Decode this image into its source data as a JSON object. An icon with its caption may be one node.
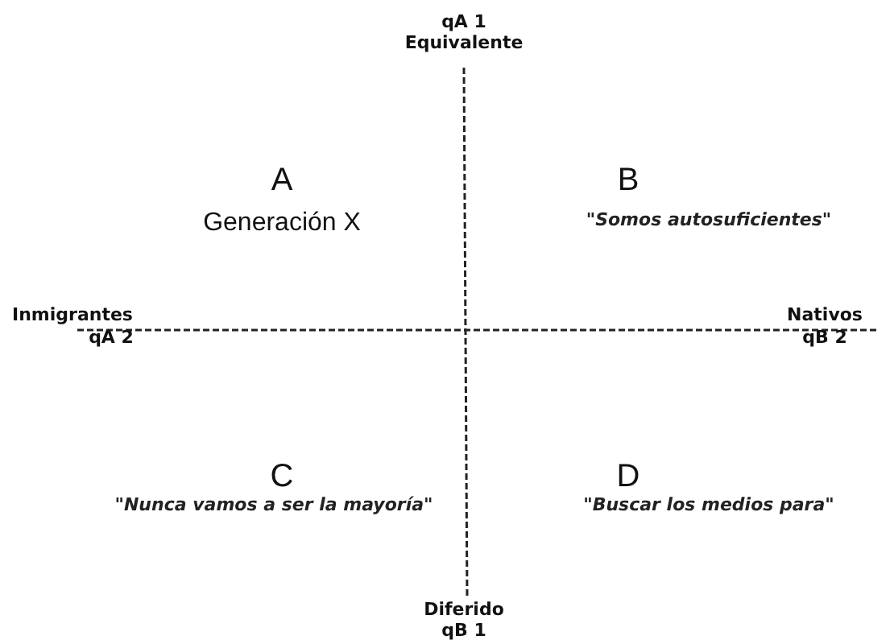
{
  "diagram": {
    "labels": [
      "qA 1",
      "Equivalente",
      "A",
      "B",
      "Generación X",
      "\"Somos autosuficientes\"",
      "Inmigrantes",
      "Nativos",
      "qA 2",
      "qB 2",
      "C",
      "D",
      "\"Nunca vamos a ser la mayoría\"",
      "\"Buscar los medios para\"",
      "Diferido",
      "qB 1"
    ]
  }
}
